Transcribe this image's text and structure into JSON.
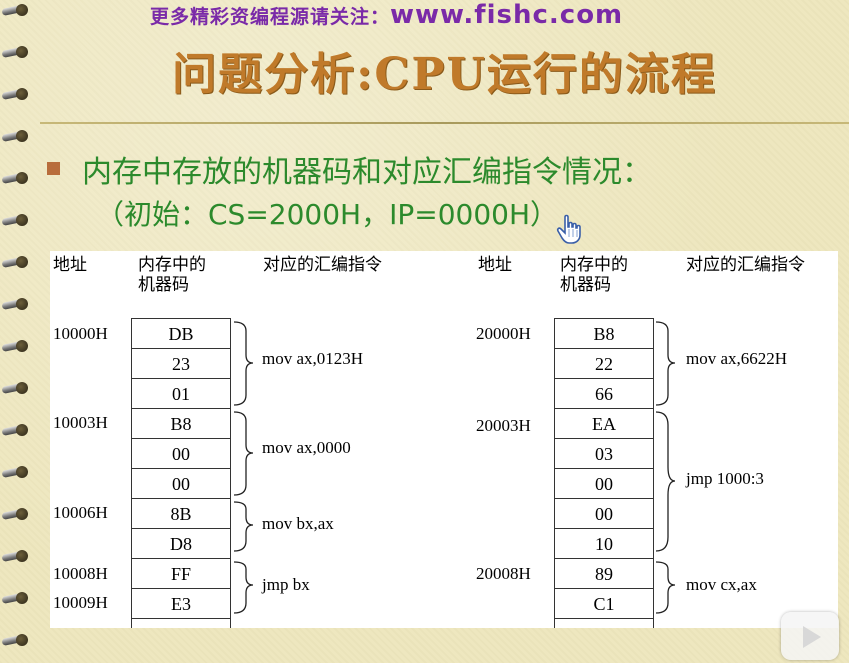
{
  "header": {
    "banner_text": "更多精彩资编程源请关注：",
    "banner_url": "www.fishc.com",
    "title": "问题分析:CPU运行的流程"
  },
  "bullet": {
    "line1": "内存中存放的机器码和对应汇编指令情况：",
    "line2": "（初始：CS=2000H，IP=0000H）"
  },
  "table_headers": {
    "address": "地址",
    "machine_code_line1": "内存中的",
    "machine_code_line2": "机器码",
    "instruction": "对应的汇编指令"
  },
  "left_block": {
    "addresses": [
      "10000H",
      "10003H",
      "10006H",
      "10008H",
      "10009H"
    ],
    "cells": [
      "DB",
      "23",
      "01",
      "B8",
      "00",
      "00",
      "8B",
      "D8",
      "FF",
      "E3"
    ],
    "instructions": [
      "mov ax,0123H",
      "mov ax,0000",
      "mov bx,ax",
      "jmp bx"
    ]
  },
  "right_block": {
    "addresses": [
      "20000H",
      "20003H",
      "20008H"
    ],
    "cells": [
      "B8",
      "22",
      "66",
      "EA",
      "03",
      "00",
      "00",
      "10",
      "89",
      "C1"
    ],
    "instructions": [
      "mov ax,6622H",
      "jmp 1000:3",
      "mov cx,ax"
    ]
  },
  "colors": {
    "banner": "#7a2aa8",
    "title": "#c07a2a",
    "bullet_text": "#2c8a2c",
    "bullet_marker": "#b86d3c",
    "background": "#eee7bf"
  },
  "icons": [
    "binding-ring-icon",
    "hand-cursor-icon",
    "play-icon"
  ]
}
